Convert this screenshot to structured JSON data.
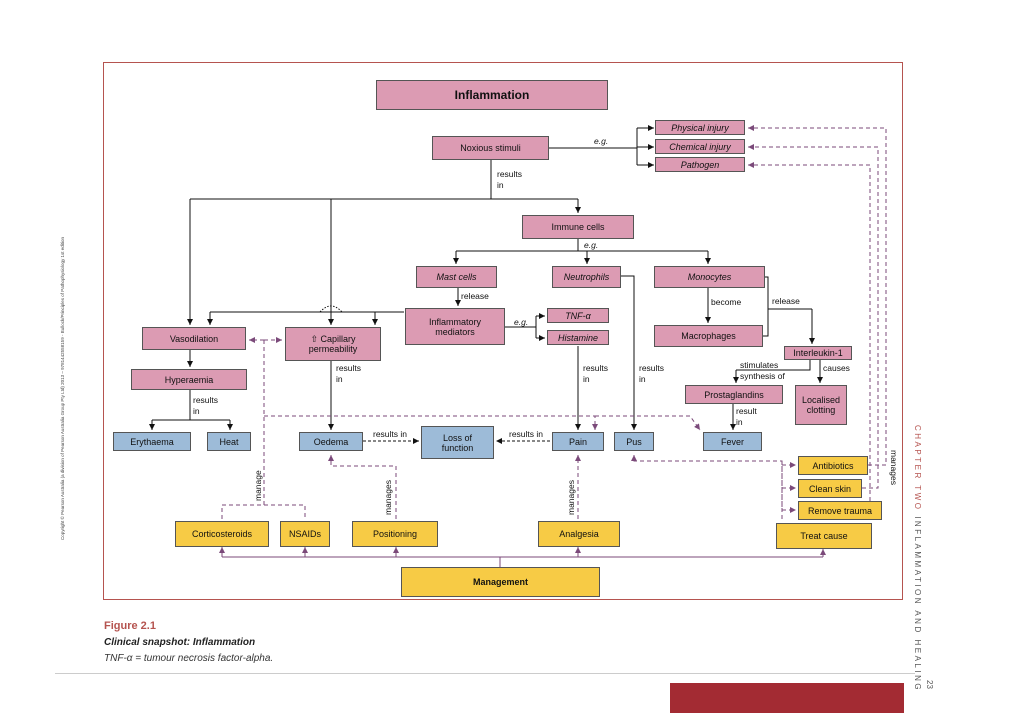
{
  "diagram": {
    "nodes": {
      "inflammation": "Inflammation",
      "noxious": "Noxious stimuli",
      "physical": "Physical injury",
      "chemical": "Chemical injury",
      "pathogen": "Pathogen",
      "immune": "Immune cells",
      "mast": "Mast cells",
      "neutrophils": "Neutrophils",
      "monocytes": "Monocytes",
      "mediators": "Inflammatory mediators",
      "tnf": "TNF-α",
      "histamine": "Histamine",
      "macrophages": "Macrophages",
      "interleukin": "Interleukin-1",
      "prostaglandins": "Prostaglandins",
      "clotting": "Localised clotting",
      "vasodilation": "Vasodilation",
      "capillary": "⇧ Capillary permeability",
      "hyperaemia": "Hyperaemia",
      "erythaema": "Erythaema",
      "heat": "Heat",
      "oedema": "Oedema",
      "loss": "Loss of function",
      "pain": "Pain",
      "pus": "Pus",
      "fever": "Fever",
      "antibiotics": "Antibiotics",
      "cleanskin": "Clean skin",
      "removetrauma": "Remove trauma",
      "corticosteroids": "Corticosteroids",
      "nsaids": "NSAIDs",
      "positioning": "Positioning",
      "analgesia": "Analgesia",
      "treatcause": "Treat cause",
      "management": "Management"
    },
    "labels": {
      "eg": "e.g.",
      "results_in": "results in",
      "results": "results",
      "in": "in",
      "release": "release",
      "become": "become",
      "stimulates": "stimulates",
      "synthesis_of": "synthesis of",
      "causes": "causes",
      "result": "result",
      "manage": "manage",
      "manages": "manages"
    },
    "colors": {
      "pink": "#dc9bb3",
      "blue": "#9dbbd8",
      "yellow": "#f7cb45",
      "management_line": "#7b4a7a",
      "frame": "#b5534f"
    }
  },
  "caption": {
    "figure_number": "Figure 2.1",
    "title": "Clinical snapshot: Inflammation",
    "note": "TNF-α = tumour necrosis factor-alpha."
  },
  "sidebar": {
    "chapter_label": "CHAPTER TWO",
    "chapter_title": "INFLAMMATION AND HEALING",
    "page_number": "23"
  },
  "copyright": "Copyright © Pearson Australia (a division of Pearson Australia Group Pty Ltd) 2013 – 9781442558159 - Bullock/Principles of Pathophysiology 1st edition"
}
